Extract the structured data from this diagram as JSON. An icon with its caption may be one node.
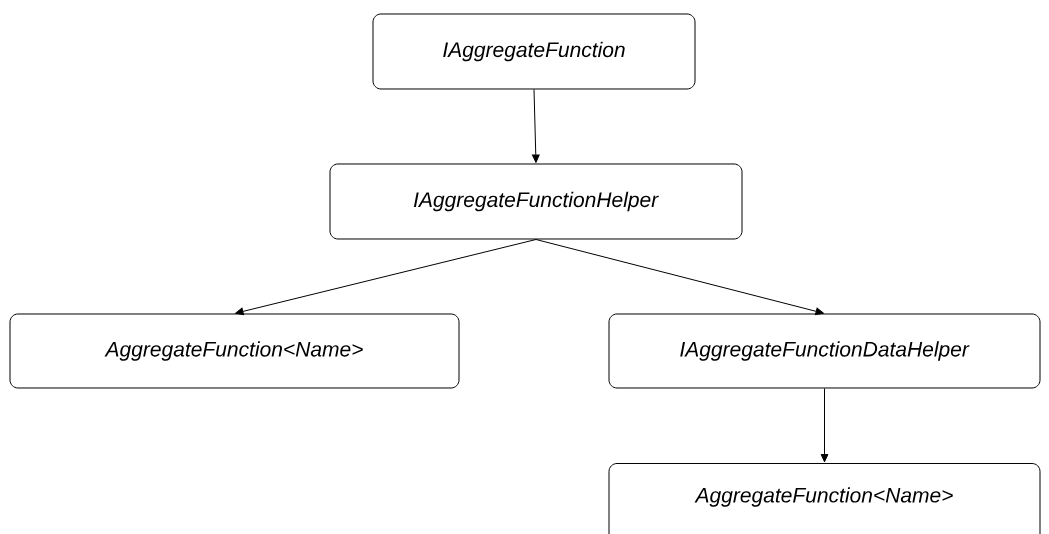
{
  "diagram": {
    "nodes": [
      {
        "text": [
          "*IAggregateFunction*"
        ]
      },
      {
        "text": [
          "*IAggregateFunctionHelper*"
        ]
      },
      {
        "text": [
          "*AggregateFunction<Name>*"
        ]
      },
      {
        "text": [
          "*IAggregateFunctionDataHelper*"
        ]
      },
      {
        "text": [
          "*AggregateFunction<Name>*"
        ]
      }
    ],
    "edges": [
      {
        "from": 0,
        "to": 1,
        "arrow": "to"
      },
      {
        "from": 1,
        "to": 2,
        "arrow": "to"
      },
      {
        "from": 1,
        "to": 3,
        "arrow": "to"
      },
      {
        "from": 3,
        "to": 4,
        "arrow": "to"
      }
    ]
  }
}
